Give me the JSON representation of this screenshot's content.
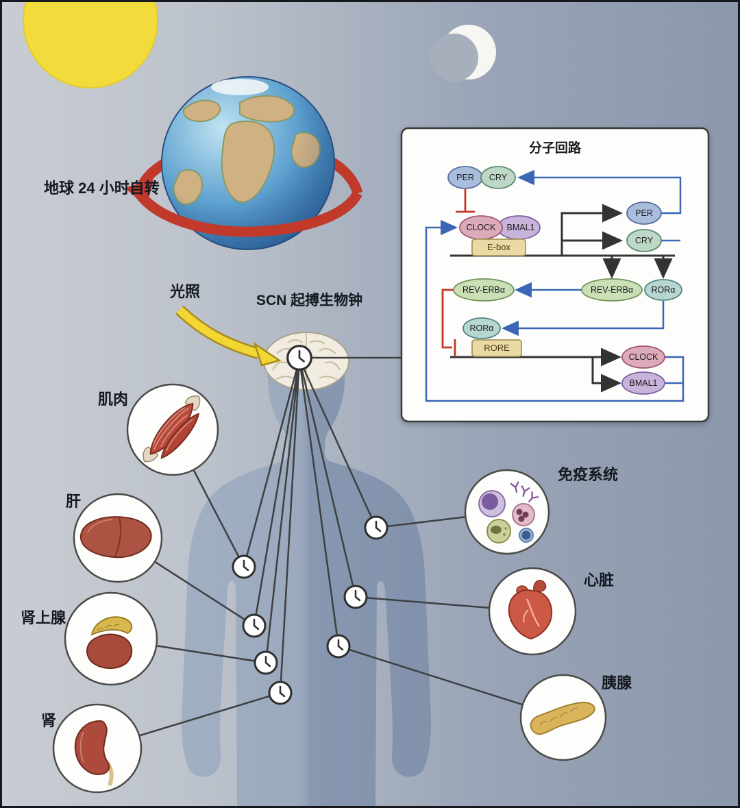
{
  "labels": {
    "earth": "地球 24 小时自转",
    "light": "光照",
    "scn": "SCN 起搏生物钟"
  },
  "circuit": {
    "title": "分子回路",
    "per": "PER",
    "cry": "CRY",
    "clock": "CLOCK",
    "bmal1": "BMAL1",
    "ebox": "E-box",
    "reverb": "REV-ERBα",
    "rora": "RORα",
    "rore": "RORE"
  },
  "organs": [
    {
      "id": "muscle",
      "label": "肌肉"
    },
    {
      "id": "liver",
      "label": "肝"
    },
    {
      "id": "adrenal",
      "label": "肾上腺"
    },
    {
      "id": "kidney",
      "label": "肾"
    },
    {
      "id": "immune",
      "label": "免疫系统"
    },
    {
      "id": "heart",
      "label": "心脏"
    },
    {
      "id": "pancreas",
      "label": "胰腺"
    }
  ],
  "colors": {
    "per_node": "#a9bddd",
    "cry_node": "#bdd8c6",
    "clock_node": "#dcaab8",
    "bmal1_node": "#c8b4da",
    "dna_element": "#ead9a2",
    "reverb_node": "#cadfb6",
    "rora_node": "#b7d6d0",
    "activation": "#333333",
    "inhibition": "#c0392b",
    "feedback": "#3a66b5",
    "sun": "#f2dc3c",
    "rotation_arrow": "#c0392b",
    "light_arrow": "#f2d634"
  }
}
